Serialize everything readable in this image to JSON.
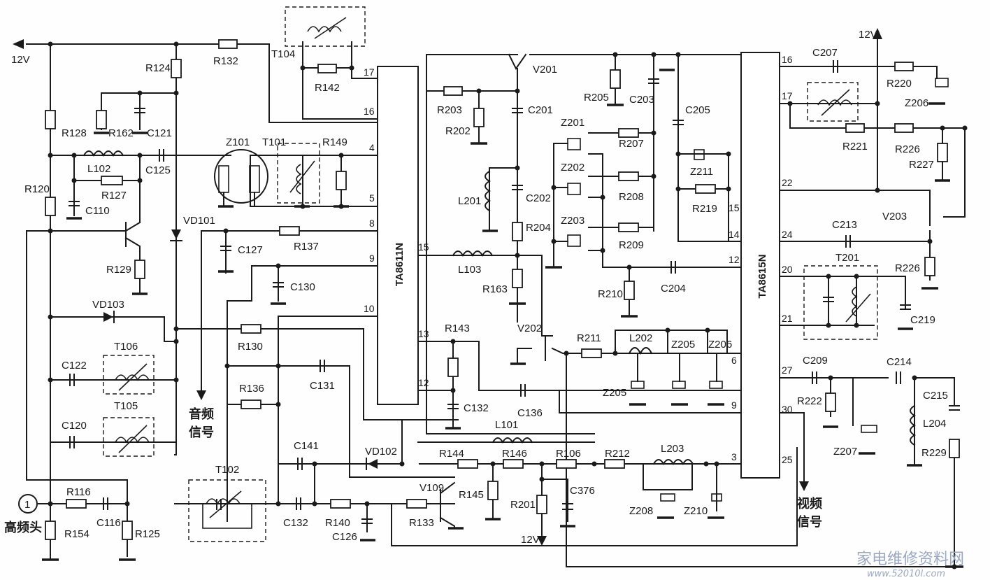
{
  "diagram": {
    "ic1": "TA8611N",
    "ic2": "TA8615N",
    "supply_labels": [
      "12V",
      "12V",
      "12V"
    ],
    "signal_labels": {
      "audio_1": "音频",
      "audio_2": "信号",
      "video_1": "视频",
      "video_2": "信号",
      "tuner": "高频头",
      "tuner_num": "1"
    },
    "watermark": "家电维修资料网",
    "watermark_url": "www.52010l.com",
    "components": [
      {
        "key": "R124",
        "label": "R124"
      },
      {
        "key": "R132",
        "label": "R132"
      },
      {
        "key": "T104",
        "label": "T104"
      },
      {
        "key": "R142",
        "label": "R142"
      },
      {
        "key": "R128",
        "label": "R128"
      },
      {
        "key": "R162",
        "label": "R162"
      },
      {
        "key": "C121",
        "label": "C121"
      },
      {
        "key": "L102",
        "label": "L102"
      },
      {
        "key": "C125",
        "label": "C125"
      },
      {
        "key": "R127",
        "label": "R127"
      },
      {
        "key": "R120",
        "label": "R120"
      },
      {
        "key": "C110",
        "label": "C110"
      },
      {
        "key": "Z101",
        "label": "Z101"
      },
      {
        "key": "T101",
        "label": "T101"
      },
      {
        "key": "R149",
        "label": "R149"
      },
      {
        "key": "VD101",
        "label": "VD101"
      },
      {
        "key": "R129",
        "label": "R129"
      },
      {
        "key": "C127",
        "label": "C127"
      },
      {
        "key": "R137",
        "label": "R137"
      },
      {
        "key": "C130",
        "label": "C130"
      },
      {
        "key": "VD103",
        "label": "VD103"
      },
      {
        "key": "R130",
        "label": "R130"
      },
      {
        "key": "C122",
        "label": "C122"
      },
      {
        "key": "T106",
        "label": "T106"
      },
      {
        "key": "C120",
        "label": "C120"
      },
      {
        "key": "T105",
        "label": "T105"
      },
      {
        "key": "R136",
        "label": "R136"
      },
      {
        "key": "C131",
        "label": "C131"
      },
      {
        "key": "C141",
        "label": "C141"
      },
      {
        "key": "T102",
        "label": "T102"
      },
      {
        "key": "C132a",
        "label": "C132"
      },
      {
        "key": "R140",
        "label": "R140"
      },
      {
        "key": "C126",
        "label": "C126"
      },
      {
        "key": "VD102",
        "label": "VD102"
      },
      {
        "key": "R133",
        "label": "R133"
      },
      {
        "key": "V109",
        "label": "V109"
      },
      {
        "key": "R116",
        "label": "R116"
      },
      {
        "key": "C116",
        "label": "C116"
      },
      {
        "key": "R154",
        "label": "R154"
      },
      {
        "key": "R125",
        "label": "R125"
      },
      {
        "key": "V201",
        "label": "V201"
      },
      {
        "key": "R203",
        "label": "R203"
      },
      {
        "key": "R202",
        "label": "R202"
      },
      {
        "key": "C201",
        "label": "C201"
      },
      {
        "key": "L201",
        "label": "L201"
      },
      {
        "key": "C202",
        "label": "C202"
      },
      {
        "key": "R204",
        "label": "R204"
      },
      {
        "key": "L103",
        "label": "L103"
      },
      {
        "key": "R163",
        "label": "R163"
      },
      {
        "key": "R143",
        "label": "R143"
      },
      {
        "key": "C132b",
        "label": "C132"
      },
      {
        "key": "C136",
        "label": "C136"
      },
      {
        "key": "L101",
        "label": "L101"
      },
      {
        "key": "R144",
        "label": "R144"
      },
      {
        "key": "R146",
        "label": "R146"
      },
      {
        "key": "R145",
        "label": "R145"
      },
      {
        "key": "R201",
        "label": "R201"
      },
      {
        "key": "R106",
        "label": "R106"
      },
      {
        "key": "C376",
        "label": "C376"
      },
      {
        "key": "R205",
        "label": "R205"
      },
      {
        "key": "C203",
        "label": "C203"
      },
      {
        "key": "Z201",
        "label": "Z201"
      },
      {
        "key": "R207",
        "label": "R207"
      },
      {
        "key": "Z202",
        "label": "Z202"
      },
      {
        "key": "R208",
        "label": "R208"
      },
      {
        "key": "Z203",
        "label": "Z203"
      },
      {
        "key": "R209",
        "label": "R209"
      },
      {
        "key": "C205",
        "label": "C205"
      },
      {
        "key": "Z211",
        "label": "Z211"
      },
      {
        "key": "R219",
        "label": "R219"
      },
      {
        "key": "R210",
        "label": "R210"
      },
      {
        "key": "C204",
        "label": "C204"
      },
      {
        "key": "V202",
        "label": "V202"
      },
      {
        "key": "R211",
        "label": "R211"
      },
      {
        "key": "L202",
        "label": "L202"
      },
      {
        "key": "Z205a",
        "label": "Z205"
      },
      {
        "key": "Z205b",
        "label": "Z205"
      },
      {
        "key": "Z206b",
        "label": "Z206"
      },
      {
        "key": "R212",
        "label": "R212"
      },
      {
        "key": "L203",
        "label": "L203"
      },
      {
        "key": "Z208",
        "label": "Z208"
      },
      {
        "key": "Z210",
        "label": "Z210"
      },
      {
        "key": "C207",
        "label": "C207"
      },
      {
        "key": "R220",
        "label": "R220"
      },
      {
        "key": "Z206",
        "label": "Z206"
      },
      {
        "key": "R221",
        "label": "R221"
      },
      {
        "key": "R226a",
        "label": "R226"
      },
      {
        "key": "R227",
        "label": "R227"
      },
      {
        "key": "V203",
        "label": "V203"
      },
      {
        "key": "C213",
        "label": "C213"
      },
      {
        "key": "R226b",
        "label": "R226"
      },
      {
        "key": "T201",
        "label": "T201"
      },
      {
        "key": "C219",
        "label": "C219"
      },
      {
        "key": "C209",
        "label": "C209"
      },
      {
        "key": "R222",
        "label": "R222"
      },
      {
        "key": "C214",
        "label": "C214"
      },
      {
        "key": "Z207",
        "label": "Z207"
      },
      {
        "key": "C215",
        "label": "C215"
      },
      {
        "key": "L204",
        "label": "L204"
      },
      {
        "key": "R229",
        "label": "R229"
      }
    ],
    "ic1_pins": [
      {
        "key": "p17",
        "label": "17"
      },
      {
        "key": "p16",
        "label": "16"
      },
      {
        "key": "p4",
        "label": "4"
      },
      {
        "key": "p5",
        "label": "5"
      },
      {
        "key": "p8",
        "label": "8"
      },
      {
        "key": "p9",
        "label": "9"
      },
      {
        "key": "p10",
        "label": "10"
      },
      {
        "key": "p15",
        "label": "15"
      },
      {
        "key": "p13",
        "label": "13"
      },
      {
        "key": "p12",
        "label": "12"
      }
    ],
    "ic2_pins": [
      {
        "key": "p16",
        "label": "16"
      },
      {
        "key": "p17",
        "label": "17"
      },
      {
        "key": "p15",
        "label": "15"
      },
      {
        "key": "p14",
        "label": "14"
      },
      {
        "key": "p12",
        "label": "12"
      },
      {
        "key": "p22",
        "label": "22"
      },
      {
        "key": "p24",
        "label": "24"
      },
      {
        "key": "p20",
        "label": "20"
      },
      {
        "key": "p21",
        "label": "21"
      },
      {
        "key": "p6",
        "label": "6"
      },
      {
        "key": "p27",
        "label": "27"
      },
      {
        "key": "p9",
        "label": "9"
      },
      {
        "key": "p30",
        "label": "30"
      },
      {
        "key": "p3",
        "label": "3"
      },
      {
        "key": "p25",
        "label": "25"
      }
    ]
  }
}
